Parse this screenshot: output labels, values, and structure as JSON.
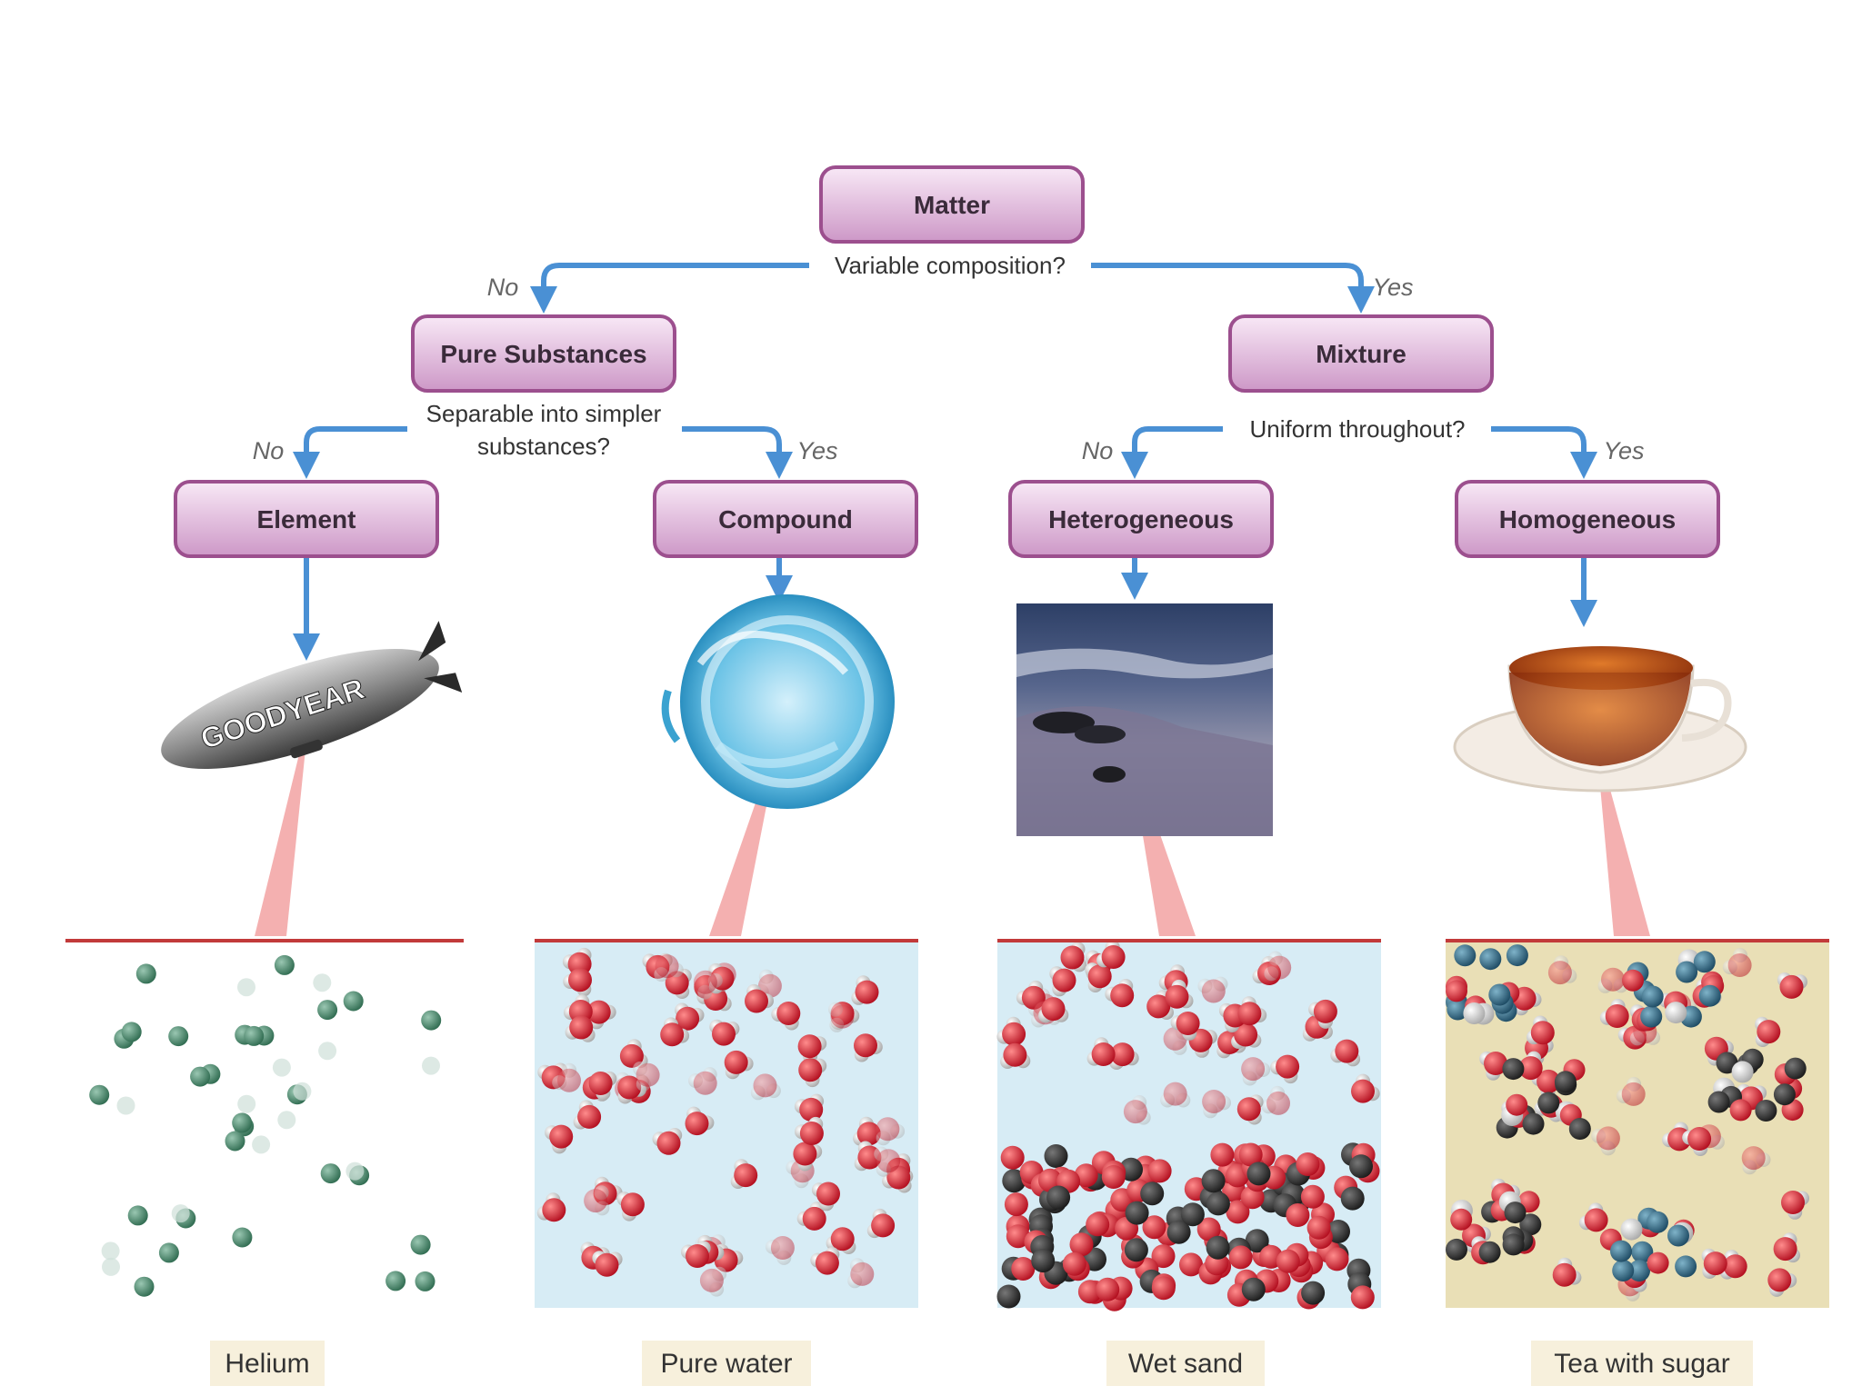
{
  "nodes": {
    "matter": "Matter",
    "pure_substances": "Pure Substances",
    "mixture": "Mixture",
    "element": "Element",
    "compound": "Compound",
    "heterogeneous": "Heterogeneous",
    "homogeneous": "Homogeneous"
  },
  "questions": {
    "variable_composition": "Variable composition?",
    "separable_line1": "Separable into simpler",
    "separable_line2": "substances?",
    "uniform_throughout": "Uniform throughout?"
  },
  "answers": {
    "no": "No",
    "yes": "Yes"
  },
  "blimp_text": "GOODYEAR",
  "examples": {
    "helium": "Helium",
    "pure_water": "Pure water",
    "wet_sand": "Wet sand",
    "tea_with_sugar": "Tea with sugar"
  },
  "colors": {
    "box_fill_top": "#f7e4f4",
    "box_fill_bottom": "#cf9bc9",
    "box_border": "#9c4f8e",
    "arrow": "#4a90d4",
    "pointer": "#f2a2a2",
    "panel_border": "#c23a3a",
    "label_bg": "#f7f0dc",
    "water_panel_bg": "#d7ecf5",
    "tea_panel_bg": "#e9dfb6",
    "helium_atom": "#3e7a5e"
  }
}
